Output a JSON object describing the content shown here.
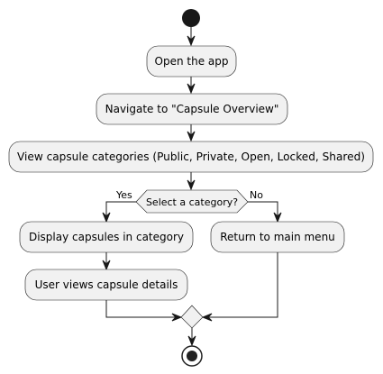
{
  "diagram": {
    "type": "activity",
    "steps": {
      "open_app": "Open the app",
      "navigate": "Navigate to \"Capsule Overview\"",
      "view_categories": "View capsule categories (Public, Private, Open, Locked, Shared)",
      "display_capsules": "Display capsules in category",
      "view_details": "User views capsule details",
      "return_menu": "Return to main menu"
    },
    "decision": {
      "question": "Select a category?",
      "yes_label": "Yes",
      "no_label": "No"
    }
  }
}
